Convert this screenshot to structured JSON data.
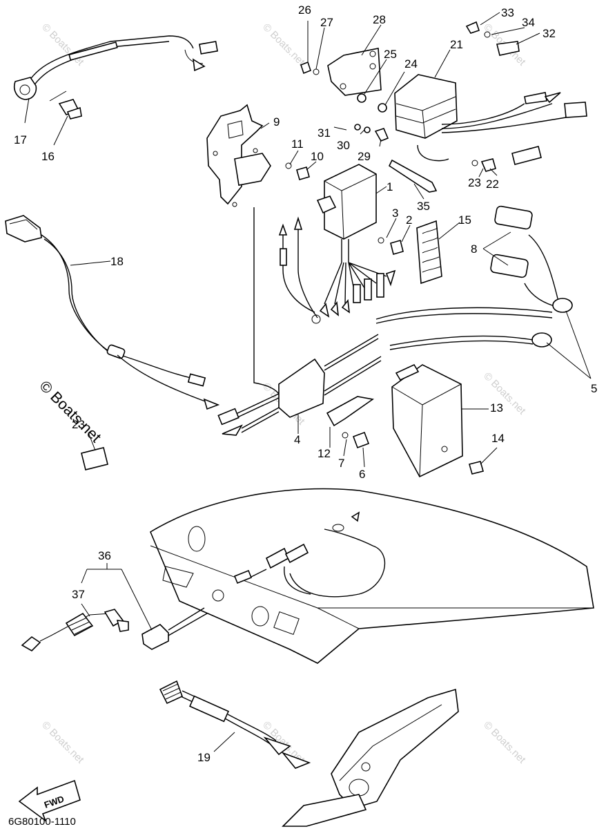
{
  "callouts": [
    "1",
    "2",
    "3",
    "4",
    "5",
    "6",
    "7",
    "8",
    "9",
    "10",
    "11",
    "12",
    "13",
    "14",
    "15",
    "16",
    "17",
    "18",
    "19",
    "21",
    "22",
    "23",
    "24",
    "25",
    "26",
    "27",
    "28",
    "29",
    "30",
    "31",
    "32",
    "33",
    "34",
    "35",
    "36",
    "37",
    "23"
  ],
  "watermark": "© Boats.net",
  "diagram_code": "6G80100-1110",
  "fwd_label": "FWD"
}
